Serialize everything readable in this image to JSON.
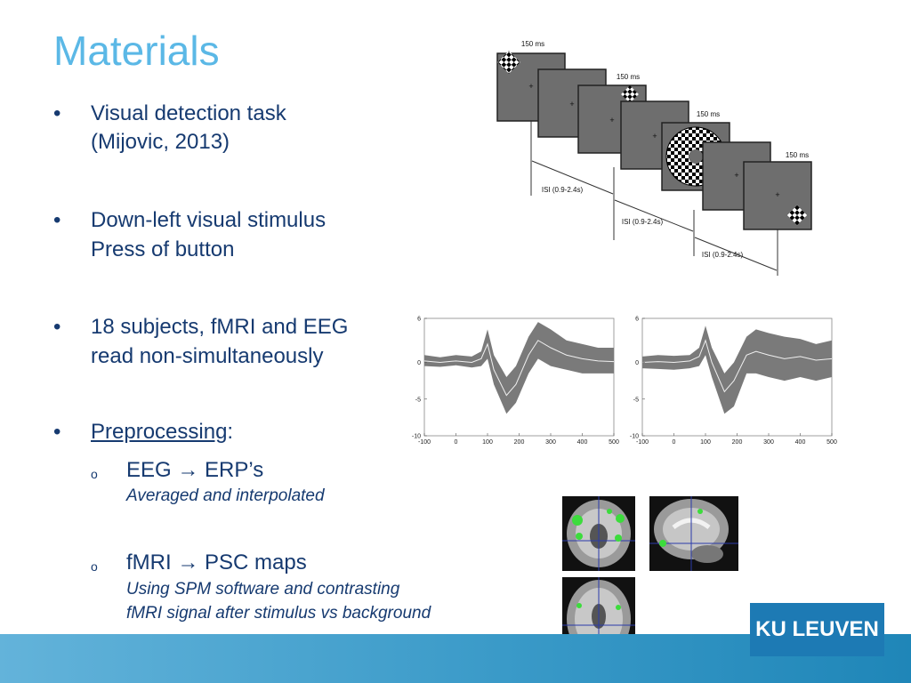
{
  "slide": {
    "title": "Materials",
    "bullets": [
      {
        "line1": "Visual detection task",
        "line2": "(Mijovic, 2013)"
      },
      {
        "line1": "Down-left visual stimulus",
        "line2": "Press of button"
      },
      {
        "line1": "18 subjects, fMRI and EEG",
        "line2": "read non-simultaneously"
      },
      {
        "line1": "Preprocessing",
        "suffix": ":"
      }
    ],
    "bullet_symbol": "•",
    "sub_symbol": "o",
    "subbullets": [
      {
        "main": "EEG  → ERP’s",
        "desc1": "Averaged and interpolated"
      },
      {
        "main": "fMRI → PSC maps",
        "desc1": "Using SPM software and contrasting",
        "desc2": "fMRI signal after stimulus vs background"
      }
    ]
  },
  "paradigm": {
    "frames": [
      {
        "label": "150 ms"
      },
      {
        "label": "150 ms"
      },
      {
        "label": "150 ms"
      },
      {
        "label": "150 ms"
      }
    ],
    "isi_labels": [
      "ISI (0.9-2.4s)",
      "ISI (0.9-2.4s)",
      "ISI (0.9-2.4s)"
    ],
    "fixation": "+"
  },
  "chart_data": [
    {
      "type": "area",
      "x": [
        -100,
        0,
        100,
        200,
        300,
        400,
        500
      ],
      "xticks": [
        "-100",
        "0",
        "100",
        "200",
        "300",
        "400",
        "500"
      ],
      "yticks": [
        "6",
        "0",
        "-5",
        "-10"
      ],
      "ylim": [
        -10,
        6
      ],
      "xlim": [
        -100,
        500
      ],
      "mean": [
        [
          -100,
          0.2
        ],
        [
          -50,
          0
        ],
        [
          0,
          0.2
        ],
        [
          50,
          0
        ],
        [
          80,
          0.5
        ],
        [
          100,
          2.5
        ],
        [
          120,
          -1
        ],
        [
          160,
          -4.5
        ],
        [
          190,
          -3
        ],
        [
          230,
          1
        ],
        [
          260,
          3
        ],
        [
          300,
          2
        ],
        [
          350,
          1
        ],
        [
          400,
          0.5
        ],
        [
          450,
          0.2
        ],
        [
          500,
          0.1
        ]
      ],
      "upper": [
        [
          -100,
          1
        ],
        [
          -50,
          0.7
        ],
        [
          0,
          1
        ],
        [
          50,
          0.8
        ],
        [
          80,
          1.5
        ],
        [
          100,
          4.5
        ],
        [
          120,
          1
        ],
        [
          160,
          -2
        ],
        [
          190,
          -0.5
        ],
        [
          230,
          3.5
        ],
        [
          260,
          5.5
        ],
        [
          300,
          4.5
        ],
        [
          350,
          3
        ],
        [
          400,
          2.5
        ],
        [
          450,
          2
        ],
        [
          500,
          2
        ]
      ],
      "lower": [
        [
          -100,
          -0.5
        ],
        [
          -50,
          -0.6
        ],
        [
          0,
          -0.4
        ],
        [
          50,
          -0.7
        ],
        [
          80,
          -0.5
        ],
        [
          100,
          0.5
        ],
        [
          120,
          -3
        ],
        [
          160,
          -7
        ],
        [
          190,
          -5.5
        ],
        [
          230,
          -1.5
        ],
        [
          260,
          0.5
        ],
        [
          300,
          -0.5
        ],
        [
          350,
          -1
        ],
        [
          400,
          -1.5
        ],
        [
          450,
          -1.5
        ],
        [
          500,
          -1.5
        ]
      ]
    },
    {
      "type": "area",
      "x": [
        -100,
        0,
        100,
        200,
        300,
        400,
        500
      ],
      "xticks": [
        "-100",
        "0",
        "100",
        "200",
        "300",
        "400",
        "500"
      ],
      "yticks": [
        "6",
        "0",
        "-5",
        "-10"
      ],
      "ylim": [
        -10,
        6
      ],
      "xlim": [
        -100,
        500
      ],
      "mean": [
        [
          -100,
          0
        ],
        [
          -50,
          0.1
        ],
        [
          0,
          0
        ],
        [
          50,
          0.2
        ],
        [
          80,
          0.8
        ],
        [
          100,
          3
        ],
        [
          120,
          0
        ],
        [
          160,
          -4
        ],
        [
          190,
          -2.5
        ],
        [
          230,
          1
        ],
        [
          260,
          1.5
        ],
        [
          300,
          1
        ],
        [
          350,
          0.5
        ],
        [
          400,
          0.8
        ],
        [
          450,
          0.3
        ],
        [
          500,
          0.5
        ]
      ],
      "upper": [
        [
          -100,
          0.8
        ],
        [
          -50,
          1
        ],
        [
          0,
          0.9
        ],
        [
          50,
          1
        ],
        [
          80,
          2
        ],
        [
          100,
          5
        ],
        [
          120,
          2
        ],
        [
          160,
          -1.5
        ],
        [
          190,
          0
        ],
        [
          230,
          3.5
        ],
        [
          260,
          4.5
        ],
        [
          300,
          4
        ],
        [
          350,
          3.5
        ],
        [
          400,
          3.2
        ],
        [
          450,
          2.5
        ],
        [
          500,
          3
        ]
      ],
      "lower": [
        [
          -100,
          -0.8
        ],
        [
          -50,
          -0.9
        ],
        [
          0,
          -1
        ],
        [
          50,
          -0.8
        ],
        [
          80,
          -0.5
        ],
        [
          100,
          1
        ],
        [
          120,
          -2
        ],
        [
          160,
          -7
        ],
        [
          190,
          -6
        ],
        [
          230,
          -1.5
        ],
        [
          260,
          -1.5
        ],
        [
          300,
          -2
        ],
        [
          350,
          -2.5
        ],
        [
          400,
          -2
        ],
        [
          450,
          -2.5
        ],
        [
          500,
          -2
        ]
      ]
    }
  ],
  "logo": {
    "text": "KU LEUVEN"
  },
  "colors": {
    "title": "#5bb8e6",
    "body": "#163a70",
    "footer": "#3a9ac8",
    "logo_bg": "#1d7ab4",
    "frame": "#6e6e6e",
    "band": "#7a7a7a",
    "activation": "#3cdc3c"
  }
}
